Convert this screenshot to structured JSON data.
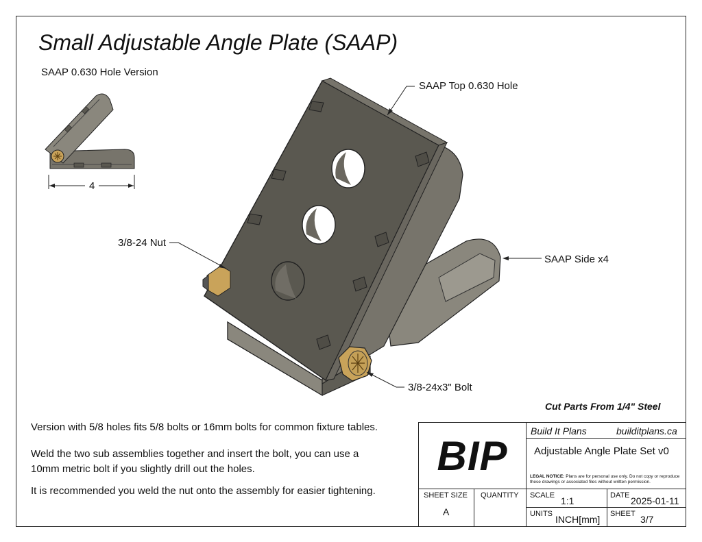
{
  "title": "Small Adjustable Angle Plate (SAAP)",
  "version_label": "SAAP 0.630 Hole Version",
  "dimension": "4",
  "callouts": {
    "top": "SAAP Top 0.630 Hole",
    "nut": "3/8-24 Nut",
    "side": "SAAP Side x4",
    "bolt": "3/8-24x3\" Bolt"
  },
  "cut_note": "Cut Parts From 1/4\" Steel",
  "notes": [
    "Version with 5/8 holes fits 5/8 bolts or 16mm bolts for common fixture tables.",
    "Weld the two sub assemblies together and insert the bolt, you can use a 10mm metric bolt if you slightly drill out the holes.",
    "It is recommended you weld the nut onto the assembly for easier tightening."
  ],
  "title_block": {
    "logo": "BIP",
    "company": "Build It Plans",
    "website": "builditplans.ca",
    "drawing_title": "Adjustable Angle Plate Set v0",
    "legal_label": "LEGAL NOTICE:",
    "legal_text": "Plans are for personal use only. Do not copy or reproduce these drawings or associated files without written permission.",
    "sheet_size_label": "SHEET SIZE",
    "sheet_size": "A",
    "quantity_label": "QUANTITY",
    "quantity": "",
    "scale_label": "SCALE",
    "scale": "1:1",
    "date_label": "DATE",
    "date": "2025-01-11",
    "units_label": "UNITS",
    "units": "INCH[mm]",
    "sheet_label": "SHEET",
    "sheet": "3/7"
  },
  "colors": {
    "steel_dark": "#5a5850",
    "steel_mid": "#77746b",
    "steel_light": "#9c998f",
    "brass": "#c9a35a"
  }
}
